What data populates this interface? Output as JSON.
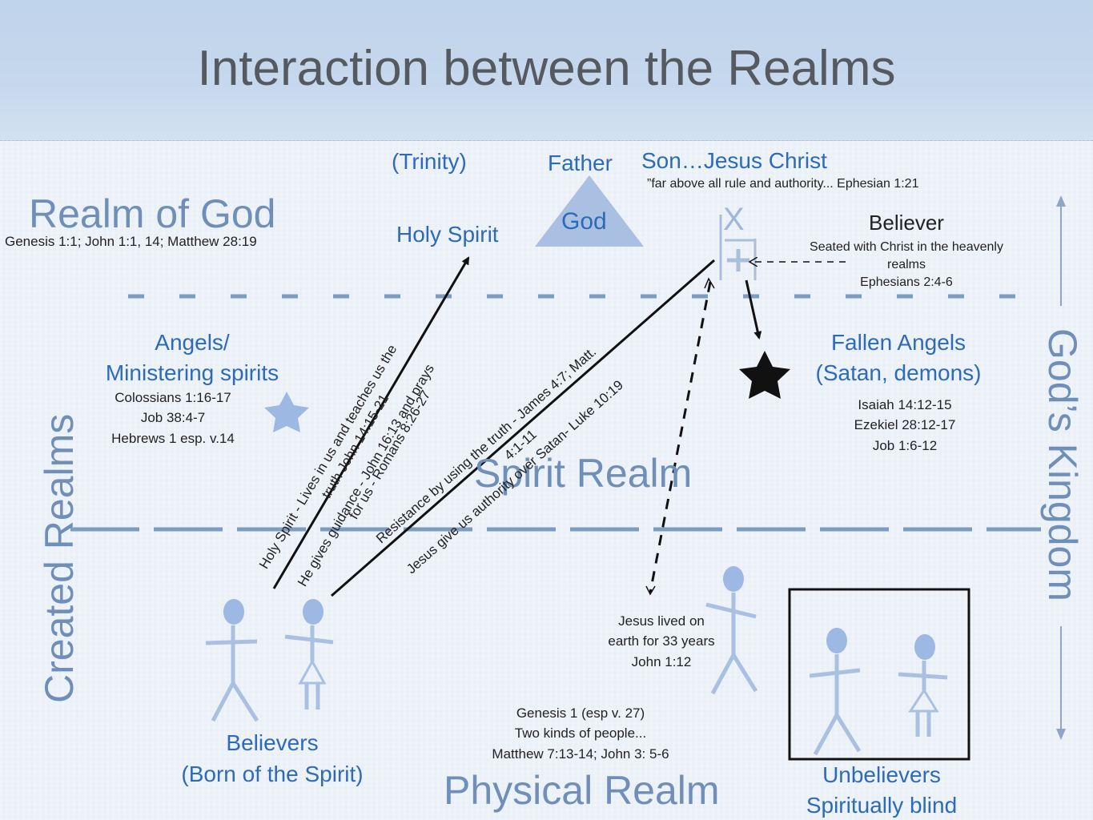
{
  "slide": {
    "title": "Interaction between the Realms",
    "realms": {
      "god": "Realm of God",
      "god_refs": "Genesis 1:1; John 1:1, 14; Matthew 28:19",
      "spirit": "Spirit Realm",
      "physical": "Physical Realm",
      "created": "Created Realms",
      "kingdom": "God’s Kingdom"
    },
    "trinity": {
      "label": "(Trinity)",
      "father": "Father",
      "god": "God",
      "holy_spirit": "Holy Spirit",
      "son": "Son…Jesus Christ",
      "son_quote": "”far above all rule and authority... Ephesian 1:21",
      "cross_x": "X"
    },
    "believer_top": {
      "title": "Believer",
      "line1": "Seated with Christ in the heavenly",
      "line2": "realms",
      "ref": "Ephesians 2:4-6"
    },
    "angels": {
      "title1": "Angels/",
      "title2": "Ministering spirits",
      "ref1": "Colossians 1:16-17",
      "ref2": "Job 38:4-7",
      "ref3": "Hebrews 1 esp. v.14"
    },
    "fallen": {
      "title1": "Fallen Angels",
      "title2": "(Satan, demons)",
      "ref1": "Isaiah 14:12-15",
      "ref2": "Ezekiel 28:12-17",
      "ref3": "Job 1:6-12"
    },
    "arrows": {
      "holy_spirit_1": "Holy Spirit -  Lives in us and teaches us the",
      "holy_spirit_2": "truth John 14:15-21",
      "holy_spirit_3": "He gives guidance - John 16:13 and prays",
      "holy_spirit_4": "for us - Romans 8:26-27",
      "resistance_1": "Resistance by using the truth - James 4:7; Matt.",
      "resistance_2": "4:1-11",
      "authority": "Jesus give us authority over Satan- Luke 10:19"
    },
    "jesus_earth": {
      "line1": "Jesus lived on",
      "line2": "earth for 33 years",
      "ref": "John 1:12"
    },
    "genesis": {
      "line1": "Genesis 1 (esp v. 27)",
      "line2": "Two kinds of people...",
      "line3": "Matthew 7:13-14; John 3: 5-6"
    },
    "believers": {
      "line1": "Believers",
      "line2": "(Born of the Spirit)"
    },
    "unbelievers": {
      "line1": "Unbelievers",
      "line2": "Spiritually blind"
    }
  }
}
